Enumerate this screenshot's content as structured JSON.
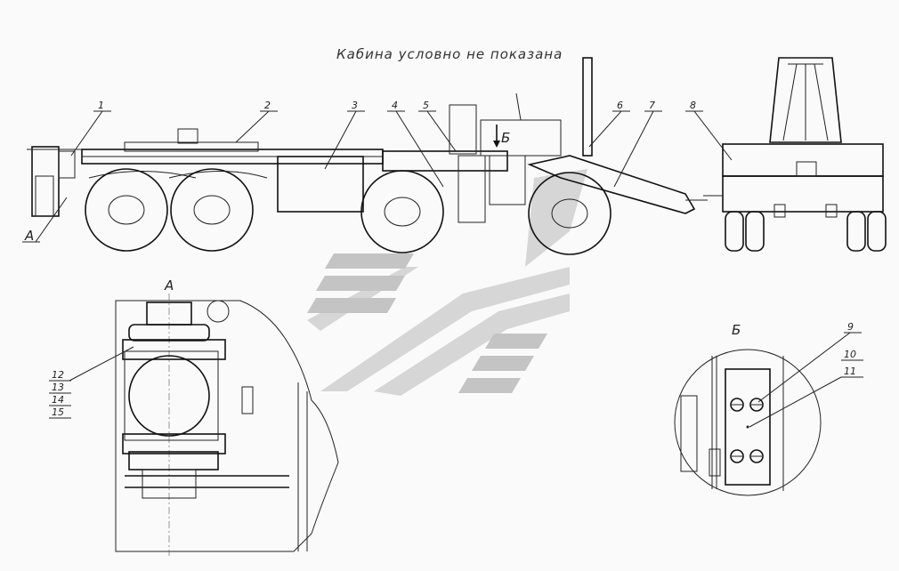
{
  "diagram": {
    "caption": "Кабина условно не показана",
    "view_a_label": "А",
    "view_b_label": "Б",
    "view_a_marker": "А",
    "view_b_marker": "Б",
    "callouts_top": [
      "1",
      "2",
      "3",
      "4",
      "5",
      "6",
      "7",
      "8"
    ],
    "callouts_view_a": [
      "12",
      "13",
      "14",
      "15"
    ],
    "callouts_view_b": [
      "9",
      "10",
      "11"
    ],
    "watermark_colors": {
      "light": "#d6d6d6",
      "dark": "#c4c4c4"
    }
  }
}
